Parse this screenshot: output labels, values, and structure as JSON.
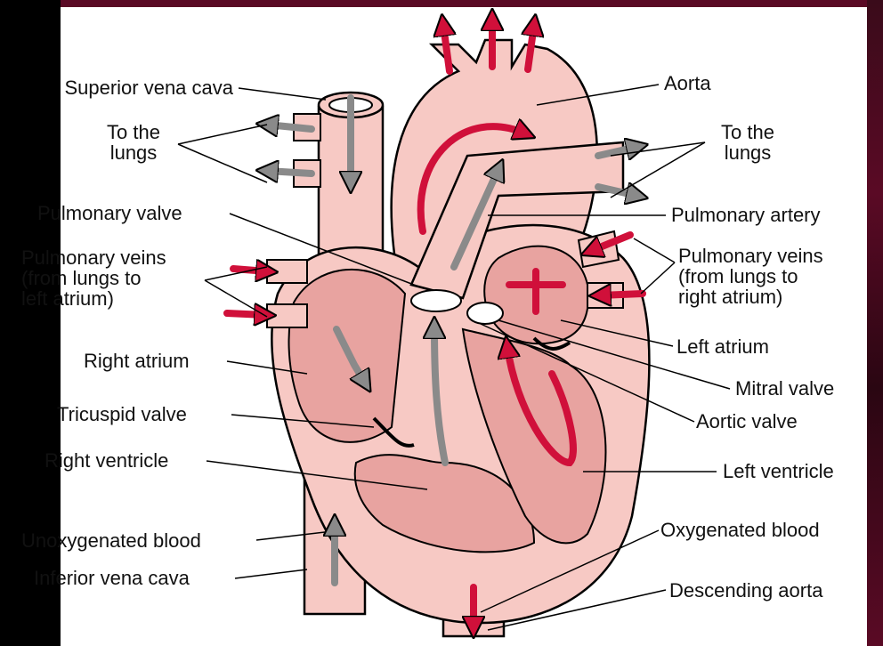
{
  "labels": {
    "superior_vena_cava": "Superior vena cava",
    "to_lungs_left_1": "To the",
    "to_lungs_left_2": "lungs",
    "pulmonary_valve": "Pulmonary valve",
    "pulmonary_veins_left_1": "Pulmonary veins",
    "pulmonary_veins_left_2": "(from lungs to",
    "pulmonary_veins_left_3": "left atrium)",
    "right_atrium": "Right atrium",
    "tricuspid_valve": "Tricuspid valve",
    "right_ventricle": "Right ventricle",
    "unoxygenated_blood": "Unoxygenated blood",
    "inferior_vena_cava": "Inferior vena cava",
    "aorta": "Aorta",
    "to_lungs_right_1": "To the",
    "to_lungs_right_2": "lungs",
    "pulmonary_artery": "Pulmonary artery",
    "pulmonary_veins_right_1": "Pulmonary veins",
    "pulmonary_veins_right_2": "(from lungs to",
    "pulmonary_veins_right_3": "right atrium)",
    "left_atrium": "Left atrium",
    "mitral_valve": "Mitral valve",
    "aortic_valve": "Aortic valve",
    "left_ventricle": "Left ventricle",
    "oxygenated_blood": "Oxygenated blood",
    "descending_aorta": "Descending aorta"
  },
  "colors": {
    "tissue": "#f7c9c4",
    "chamber": "#e8a3a0",
    "oxygenated_arrow": "#d0103a",
    "unoxygenated_arrow": "#8a8a8a",
    "frame": "#5a0a25"
  }
}
